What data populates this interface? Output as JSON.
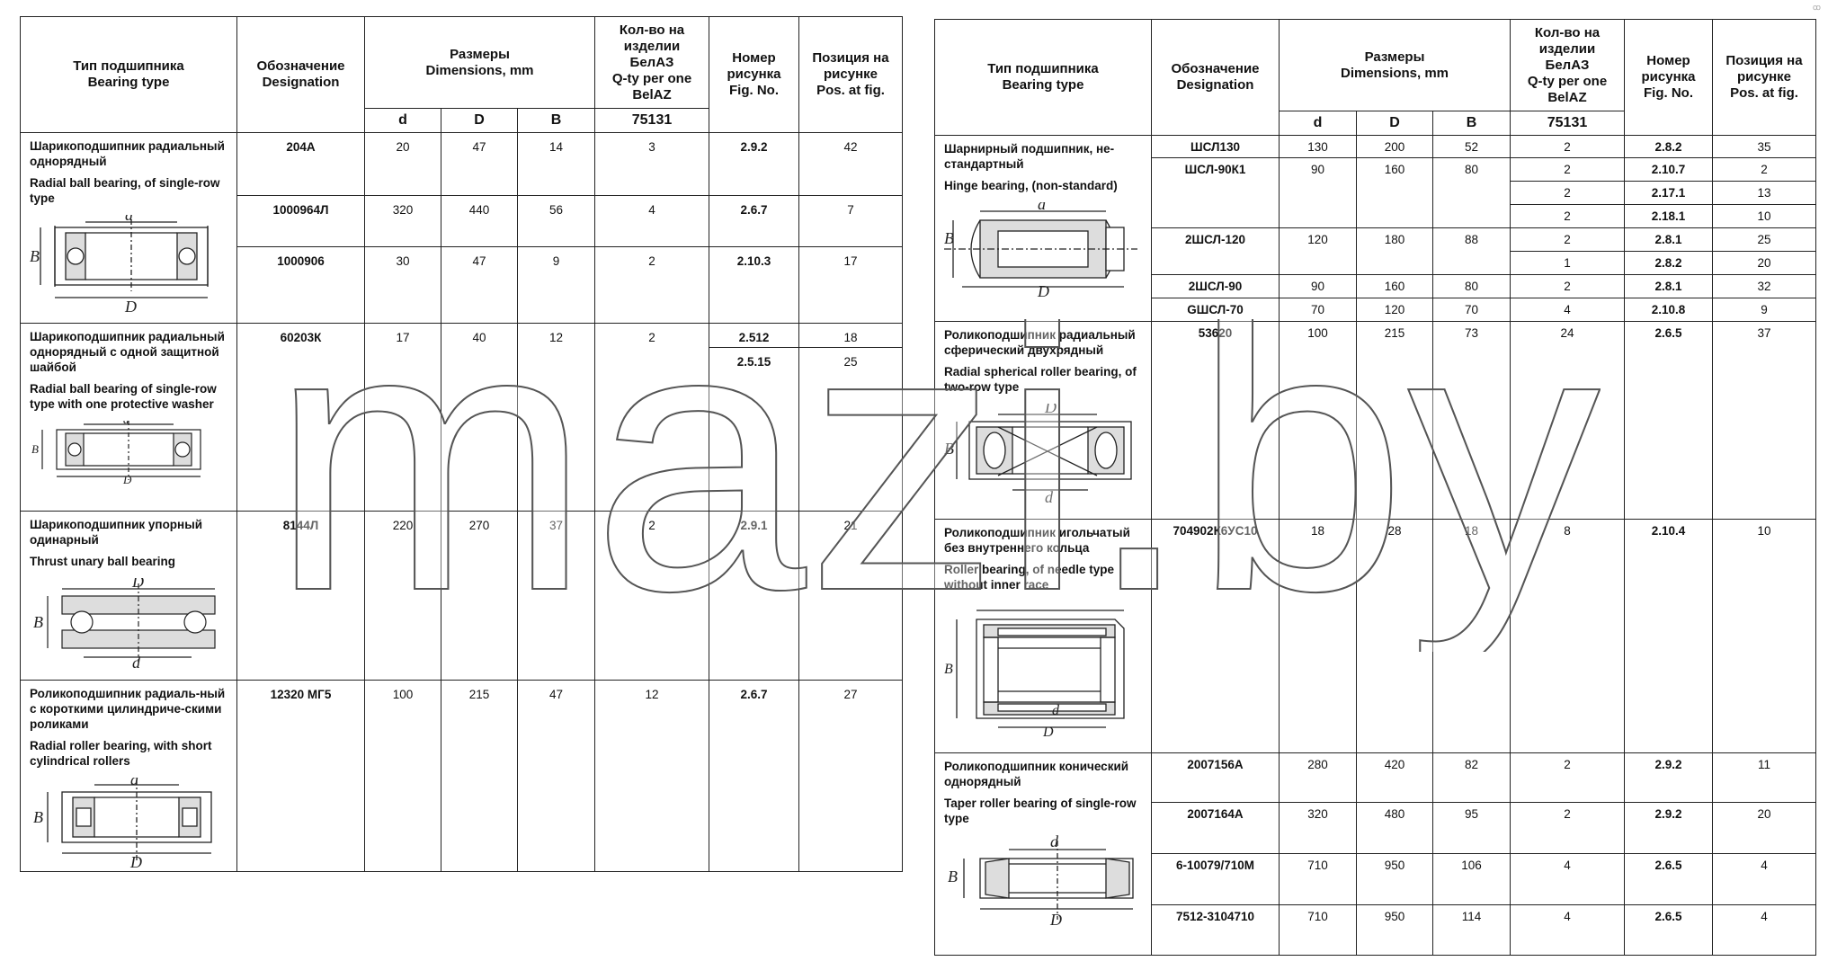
{
  "headers": {
    "type": "Тип подшипника\nBearing type",
    "designation": "Обозначение\nDesignation",
    "dimensions": "Размеры\nDimensions, mm",
    "qty": "Кол-во на\nизделии\nБелАЗ\nQ-ty per one\nBelAZ",
    "fig": "Номер\nрисунка\nFig. No.",
    "pos": "Позиция на\nрисунке\nPos. at fig.",
    "d": "d",
    "D": "D",
    "B": "B",
    "model": "75131"
  },
  "left": {
    "groups": [
      {
        "ru": "Шарикоподшипник радиальный однорядный",
        "en": "Radial ball bearing, of single-row type",
        "rows": [
          {
            "designation": "204А",
            "d": "20",
            "D": "47",
            "B": "14",
            "qty": "3",
            "fig": "2.9.2",
            "pos": "42"
          },
          {
            "designation": "1000964Л",
            "d": "320",
            "D": "440",
            "B": "56",
            "qty": "4",
            "fig": "2.6.7",
            "pos": "7"
          },
          {
            "designation": "1000906",
            "d": "30",
            "D": "47",
            "B": "9",
            "qty": "2",
            "fig": "2.10.3",
            "pos": "17"
          }
        ]
      },
      {
        "ru": "Шарикоподшипник радиальный однорядный с одной защитной шайбой",
        "en": "Radial ball bearing of single-row type with one protective washer",
        "rows": [
          {
            "designation": "60203К",
            "d": "17",
            "D": "40",
            "B": "12",
            "qty": "2",
            "fig": "2.512",
            "pos": "18"
          },
          {
            "fig": "2.5.15",
            "pos": "25"
          }
        ]
      },
      {
        "ru": "Шарикоподшипник упорный одинарный",
        "en": "Thrust unary ball bearing",
        "rows": [
          {
            "designation": "8144Л",
            "d": "220",
            "D": "270",
            "B": "37",
            "qty": "2",
            "fig": "2.9.1",
            "pos": "21"
          }
        ]
      },
      {
        "ru": "Роликоподшипник радиаль-ный с короткими цилиндриче-скими роликами",
        "en": "Radial roller bearing, with short cylindrical rollers",
        "rows": [
          {
            "designation": "12320 МГ5",
            "d": "100",
            "D": "215",
            "B": "47",
            "qty": "12",
            "fig": "2.6.7",
            "pos": "27"
          }
        ]
      }
    ]
  },
  "right": {
    "groups": [
      {
        "ru": "Шарнирный подшипник, не-стандартный",
        "en": "Hinge bearing, (non-standard)",
        "rows": [
          {
            "designation": "ШСЛ130",
            "d": "130",
            "D": "200",
            "B": "52",
            "qty": "2",
            "fig": "2.8.2",
            "pos": "35"
          },
          {
            "designation": "ШСЛ-90К1",
            "d": "90",
            "D": "160",
            "B": "80",
            "qty": "2",
            "fig": "2.10.7",
            "pos": "2"
          },
          {
            "qty": "2",
            "fig": "2.17.1",
            "pos": "13"
          },
          {
            "qty": "2",
            "fig": "2.18.1",
            "pos": "10"
          },
          {
            "designation": "2ШСЛ-120",
            "d": "120",
            "D": "180",
            "B": "88",
            "qty": "2",
            "fig": "2.8.1",
            "pos": "25"
          },
          {
            "qty": "1",
            "fig": "2.8.2",
            "pos": "20"
          },
          {
            "designation": "2ШСЛ-90",
            "d": "90",
            "D": "160",
            "B": "80",
            "qty": "2",
            "fig": "2.8.1",
            "pos": "32"
          },
          {
            "designation": "GШСЛ-70",
            "d": "70",
            "D": "120",
            "B": "70",
            "qty": "4",
            "fig": "2.10.8",
            "pos": "9"
          }
        ]
      },
      {
        "ru": "Роликоподшипник радиальный сферический двухрядный",
        "en": "Radial spherical roller bearing, of two-row type",
        "rows": [
          {
            "designation": "53620",
            "d": "100",
            "D": "215",
            "B": "73",
            "qty": "24",
            "fig": "2.6.5",
            "pos": "37"
          }
        ]
      },
      {
        "ru": "Роликоподшипник игольчатый без внутреннего кольца",
        "en": "Roller bearing, of needle type without inner race",
        "rows": [
          {
            "designation": "704902К6УС10",
            "d": "18",
            "D": "28",
            "B": "18",
            "qty": "8",
            "fig": "2.10.4",
            "pos": "10"
          }
        ]
      },
      {
        "ru": "Роликоподшипник конический однорядный",
        "en": "Taper roller bearing of single-row type",
        "rows": [
          {
            "designation": "2007156А",
            "d": "280",
            "D": "420",
            "B": "82",
            "qty": "2",
            "fig": "2.9.2",
            "pos": "11"
          },
          {
            "designation": "2007164А",
            "d": "320",
            "D": "480",
            "B": "95",
            "qty": "2",
            "fig": "2.9.2",
            "pos": "20"
          },
          {
            "designation": "6-10079/710М",
            "d": "710",
            "D": "950",
            "B": "106",
            "qty": "4",
            "fig": "2.6.5",
            "pos": "4"
          },
          {
            "designation": "7512-3104710",
            "d": "710",
            "D": "950",
            "B": "114",
            "qty": "4",
            "fig": "2.6.5",
            "pos": "4"
          }
        ]
      }
    ]
  },
  "watermark": "mazi.by",
  "corner_mark": "ꝏ"
}
